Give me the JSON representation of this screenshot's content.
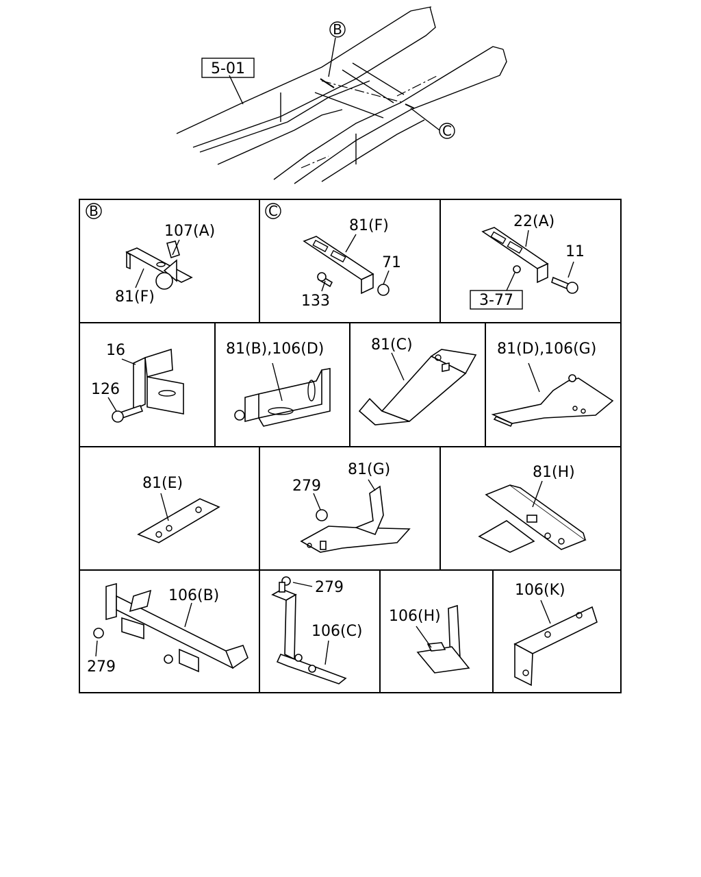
{
  "overview": {
    "ref_box": "5-01",
    "callout_b": "B",
    "callout_c": "C"
  },
  "cells": {
    "b": {
      "corner": "B",
      "label_top": "107(A)",
      "label_bottom": "81(F)"
    },
    "c": {
      "corner": "C",
      "label_top": "81(F)",
      "label_nut": "71",
      "label_bolt": "133"
    },
    "a": {
      "label_top": "22(A)",
      "label_bolt": "11",
      "ref_box": "3-77"
    },
    "r2_1": {
      "label_top": "16",
      "label_bolt": "126"
    },
    "r2_2": {
      "label": "81(B),106(D)"
    },
    "r2_3": {
      "label": "81(C)"
    },
    "r2_4": {
      "label": "81(D),106(G)"
    },
    "r3_1": {
      "label": "81(E)"
    },
    "r3_2": {
      "label_part": "81(G)",
      "label_nut": "279"
    },
    "r3_3": {
      "label": "81(H)"
    },
    "r4_1": {
      "label_part": "106(B)",
      "label_nut": "279"
    },
    "r4_2": {
      "label_nut": "279",
      "label_part": "106(C)"
    },
    "r4_3": {
      "label": "106(H)"
    },
    "r4_4": {
      "label": "106(K)"
    }
  }
}
